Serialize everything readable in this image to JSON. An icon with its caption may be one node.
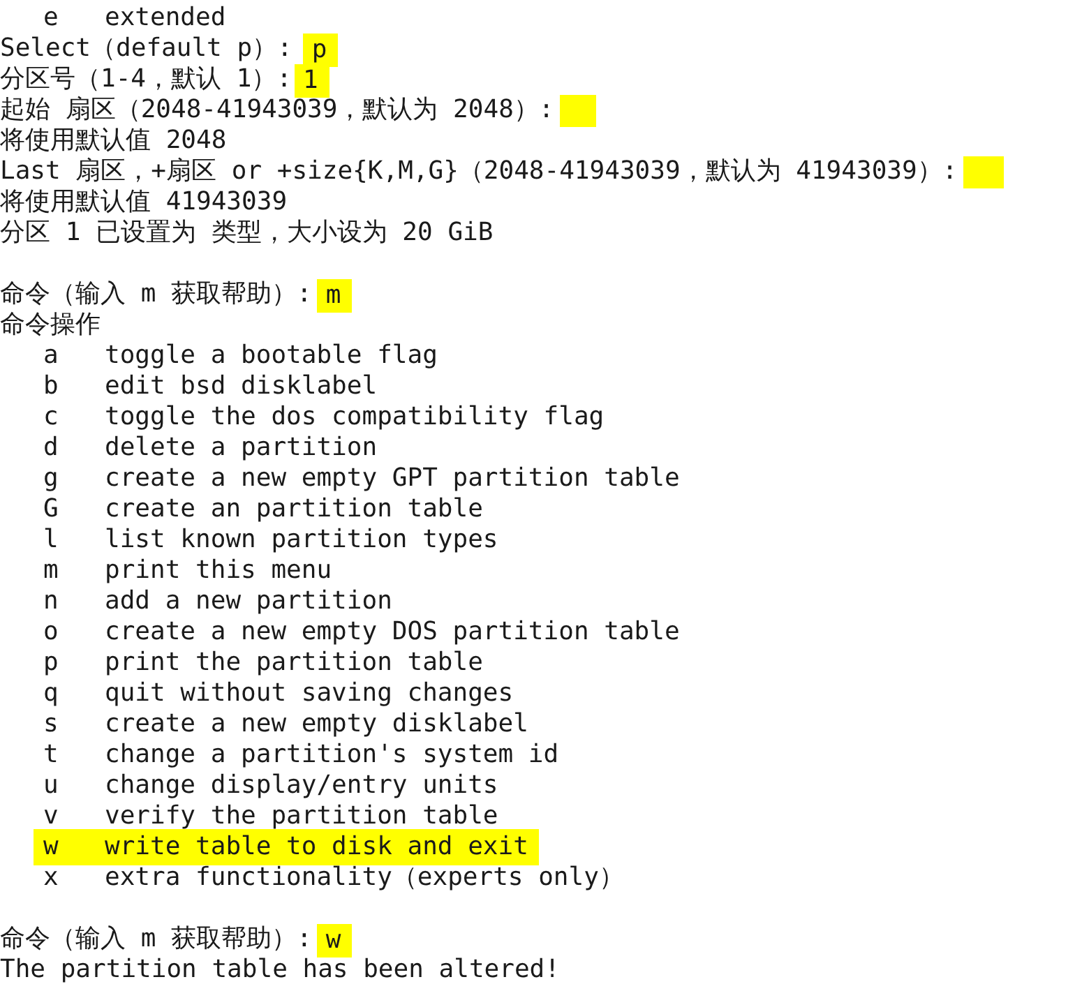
{
  "diagram": {
    "labels": [
      "e",
      "extended",
      "Select（default p）:",
      "p",
      "分区号（1-4，默认 1）:",
      "1",
      "起始 扇区（2048-41943039，默认为 2048）:",
      "将使用默认值 2048",
      "Last 扇区，+扇区 or +size{K,M,G}（2048-41943039，默认为 41943039）:",
      "将使用默认值 41943039",
      "分区 1 已设置为 类型，大小设为 20 GiB",
      "命令（输入 m 获取帮助）:",
      "m",
      "命令操作",
      "a",
      "toggle a bootable flag",
      "b",
      "edit bsd disklabel",
      "c",
      "toggle the dos compatibility flag",
      "d",
      "delete a partition",
      "g",
      "create a new empty GPT partition table",
      "G",
      "create an partition table",
      "l",
      "list known partition types",
      "m",
      "print this menu",
      "n",
      "add a new partition",
      "o",
      "create a new empty DOS partition table",
      "p",
      "print the partition table",
      "q",
      "quit without saving changes",
      "s",
      "create a new empty disklabel",
      "t",
      "change a partition's system id",
      "u",
      "change display/entry units",
      "v",
      "verify the partition table",
      "w",
      "write table to disk and exit",
      "x",
      "extra functionality（experts only）",
      "命令（输入 m 获取帮助）:",
      "w",
      "The partition table has been altered!"
    ]
  }
}
